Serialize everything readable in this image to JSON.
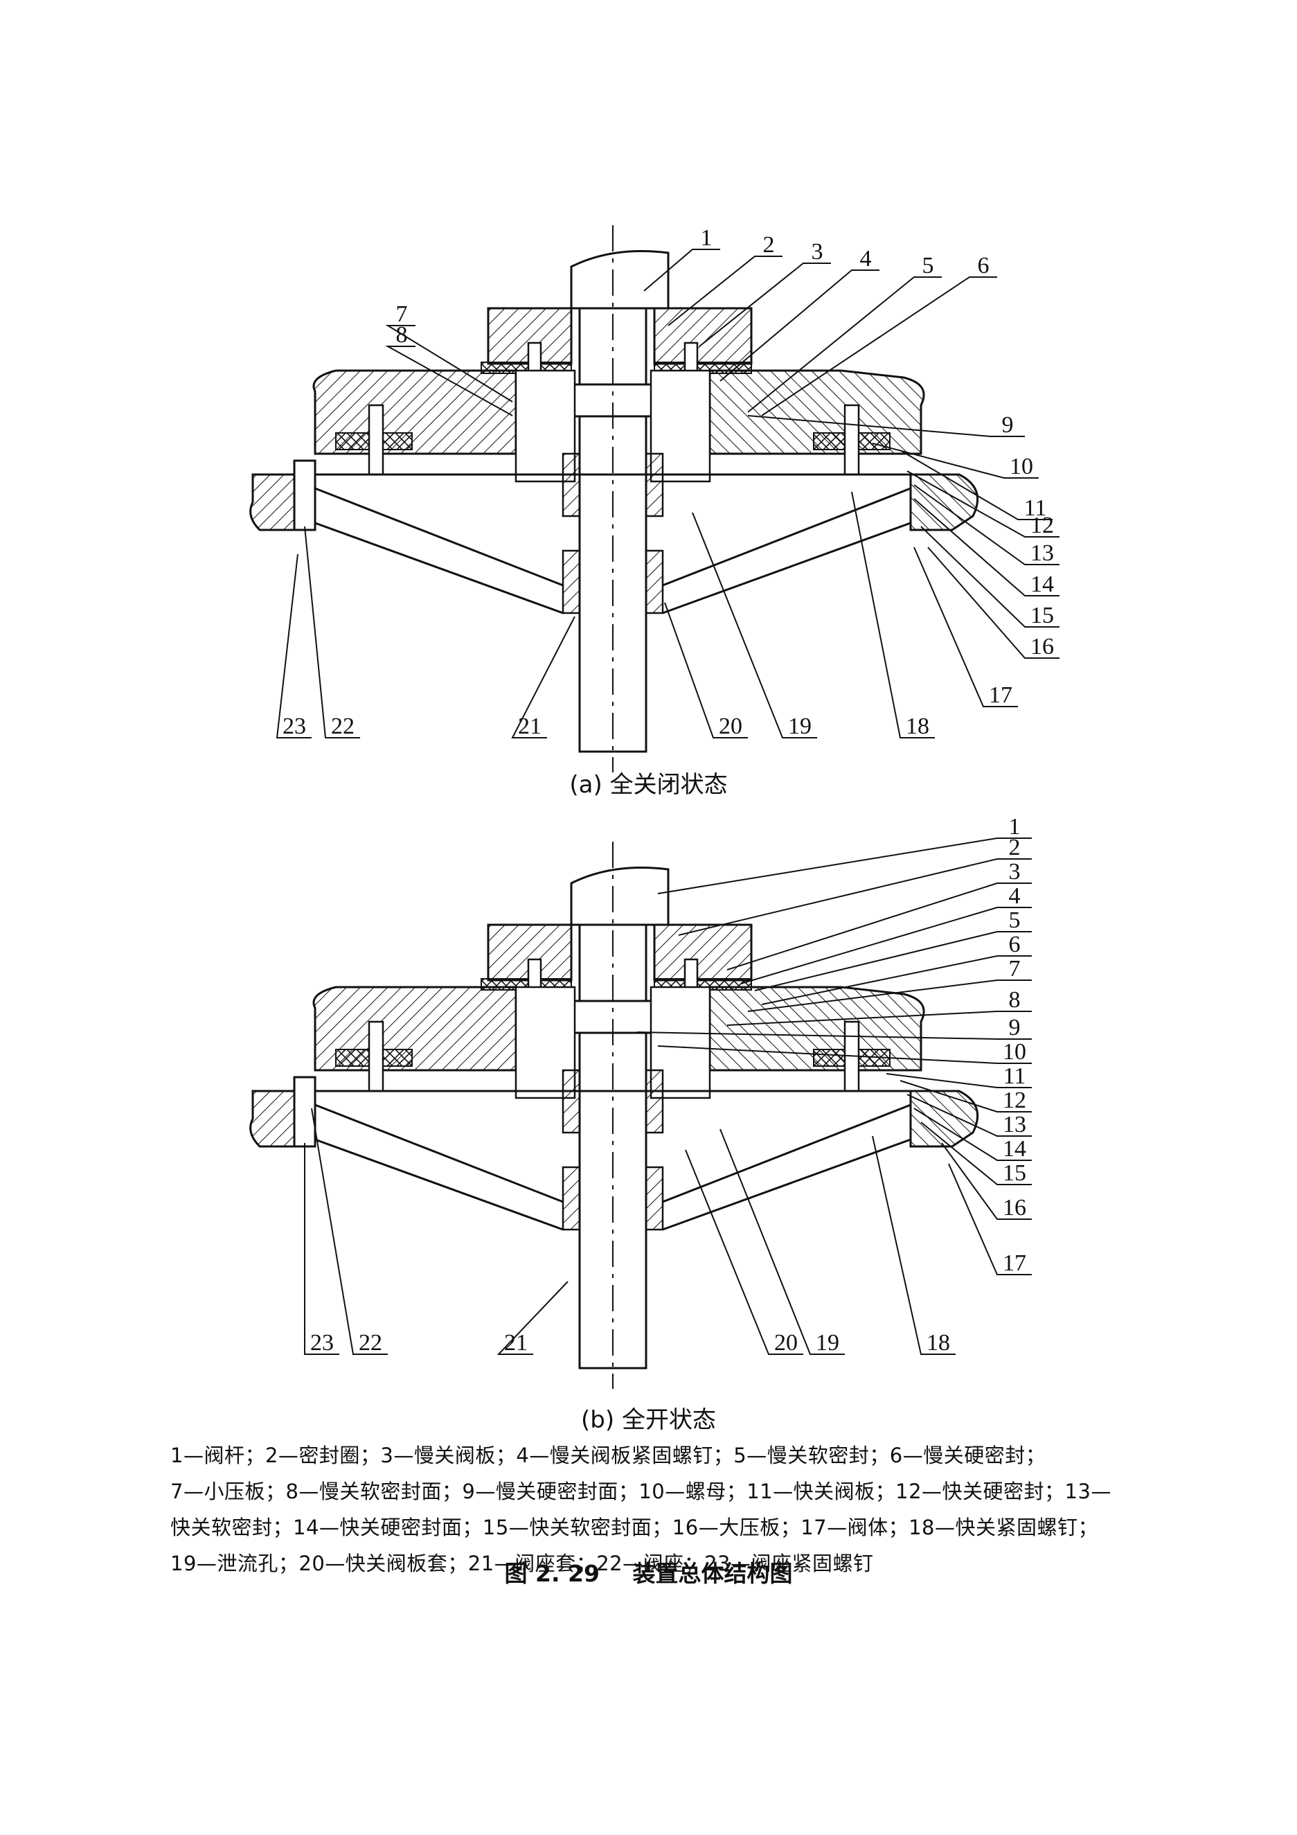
{
  "figure": {
    "caption_a": "(a) 全关闭状态",
    "caption_b": "(b) 全开状态",
    "legend_lines": [
      "1—阀杆；2—密封圈；3—慢关阀板；4—慢关阀板紧固螺钉；5—慢关软密封；6—慢关硬密封；",
      "7—小压板；8—慢关软密封面；9—慢关硬密封面；10—螺母；11—快关阀板；12—快关硬密封；13—",
      "快关软密封；14—快关硬密封面；15—快关软密封面；16—大压板；17—阀体；18—快关紧固螺钉；",
      "19—泄流孔；20—快关阀板套；21—阀座套；22—阀座；23—阀座紧固螺钉"
    ],
    "title_number": "图 2. 29",
    "title_text": "装置总体结构图"
  },
  "diagram_a": {
    "labels": [
      "1",
      "2",
      "3",
      "4",
      "5",
      "6",
      "7",
      "8",
      "9",
      "10",
      "11",
      "12",
      "13",
      "14",
      "15",
      "16",
      "17",
      "18",
      "19",
      "20",
      "21",
      "22",
      "23"
    ]
  },
  "diagram_b": {
    "labels": [
      "1",
      "2",
      "3",
      "4",
      "5",
      "6",
      "7",
      "8",
      "9",
      "10",
      "11",
      "12",
      "13",
      "14",
      "15",
      "16",
      "17",
      "18",
      "19",
      "20",
      "21",
      "22",
      "23"
    ]
  }
}
